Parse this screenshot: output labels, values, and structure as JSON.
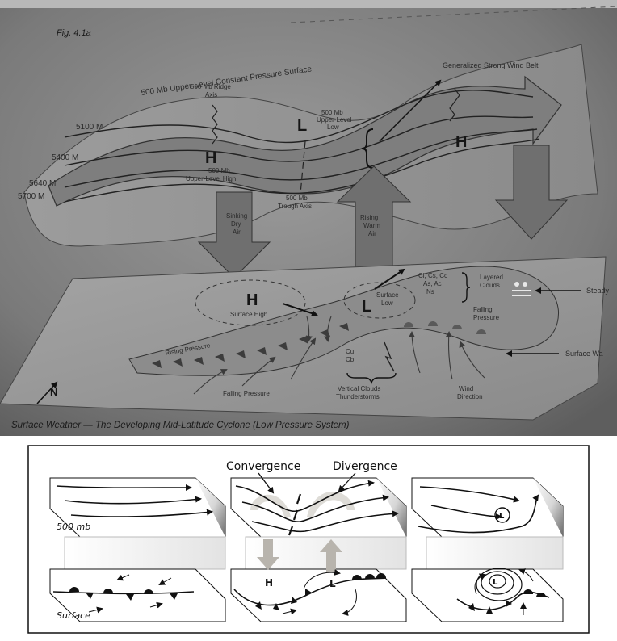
{
  "photo": {
    "fig_label": "Fig. 4.1a",
    "upper_surface_title": "500 Mb Upper-Level Constant Pressure Surface",
    "wind_belt": "Generalized Strong Wind Belt",
    "heights": [
      "5100 M",
      "5400 M",
      "5640 M",
      "5700 M"
    ],
    "ridge_axis": [
      "500 Mb Ridge",
      "Axis"
    ],
    "upper_high": [
      "500 Mb",
      "Upper-Level High"
    ],
    "upper_low": [
      "500 Mb",
      "Upper-Level",
      "Low"
    ],
    "trough_axis": [
      "500 Mb",
      "Trough Axis"
    ],
    "sinking_air": [
      "Sinking",
      "Dry",
      "Air"
    ],
    "rising_air": [
      "Rising",
      "Warm",
      "Air"
    ],
    "surface_high": "Surface High",
    "surface_low": [
      "Surface",
      "Low"
    ],
    "cloud_types": [
      "Ci, Cs, Cc",
      "As, Ac",
      "Ns"
    ],
    "layered_clouds": [
      "Layered",
      "Clouds"
    ],
    "steady": "Steady",
    "falling_pressure_right": [
      "Falling",
      "Pressure"
    ],
    "surface_warm": "Surface Wa",
    "rising_pressure": "Rising Pressure",
    "falling_pressure_left": "Falling Pressure",
    "cu_cb": [
      "Cu",
      "Cb"
    ],
    "vertical_clouds": [
      "Vertical Clouds",
      "Thunderstorms"
    ],
    "wind_direction": [
      "Wind",
      "Direction"
    ],
    "north": "N",
    "H": "H",
    "L": "L",
    "caption": "Surface Weather — The Developing Mid-Latitude Cyclone (Low Pressure System)"
  },
  "diagram": {
    "convergence": "Convergence",
    "divergence": "Divergence",
    "level_500": "500 mb",
    "level_surface": "Surface",
    "H": "H",
    "L": "L"
  }
}
